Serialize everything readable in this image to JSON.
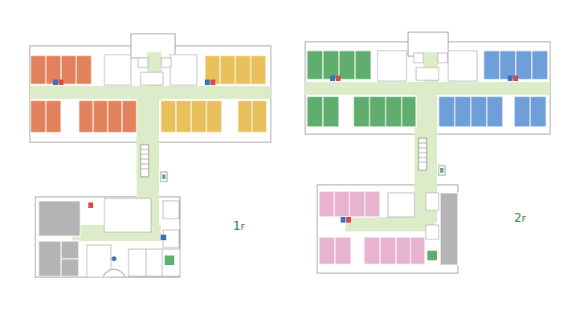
{
  "floors": [
    {
      "id": "1F",
      "number": "1",
      "suffix": "F"
    },
    {
      "id": "2F",
      "number": "2",
      "suffix": "F"
    }
  ],
  "colors": {
    "orange": "#e2825c",
    "yellow": "#e9c05c",
    "green": "#5fae6e",
    "blue": "#6f9fd8",
    "pink": "#e7b3cf",
    "corridor": "#dcecc9",
    "floor_label": "#2e7d3e"
  },
  "icons": [
    "restroom-icon",
    "elevator-icon",
    "accessible-icon",
    "entrance-icon",
    "stairs-icon"
  ]
}
